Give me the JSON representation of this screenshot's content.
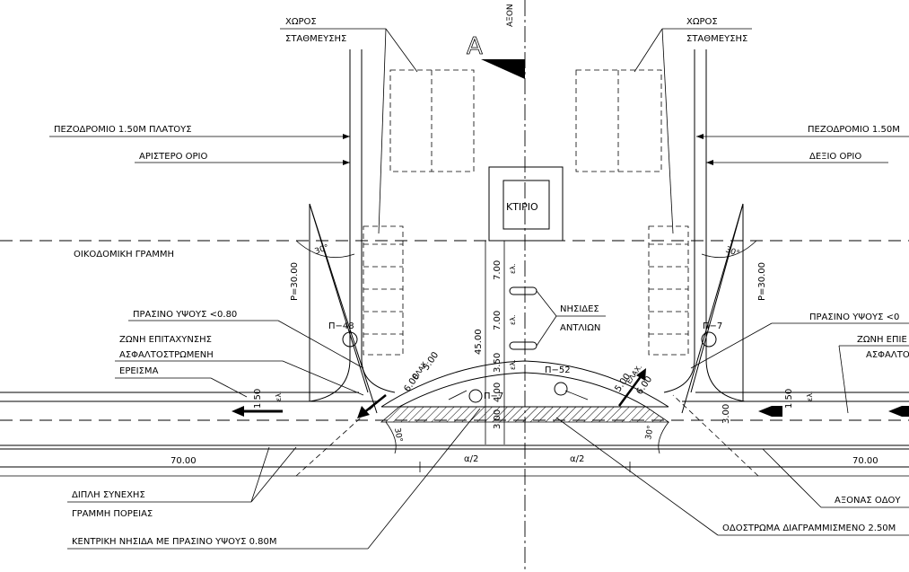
{
  "labels": {
    "axis_top": "ΑΞΟΝ",
    "section_mark": "A",
    "parking_left": [
      "ΧΩΡΟΣ",
      "ΣΤΑΘΜΕΥΣΗΣ"
    ],
    "parking_right": [
      "ΧΩΡΟΣ",
      "ΣΤΑΘΜΕΥΣΗΣ"
    ],
    "sidewalk_left": "ΠΕΖΟΔΡΟΜΙΟ 1.50Μ ΠΛΑΤΟΥΣ",
    "sidewalk_right": "ΠΕΖΟΔΡΟΜΙΟ 1.50Μ",
    "left_boundary": "ΑΡΙΣΤΕΡΟ ΟΡΙΟ",
    "right_boundary": "ΔΕΞΙΟ ΟΡΙΟ",
    "building": "ΚΤΙΡΙΟ",
    "building_line": "ΟΙΚΟΔΟΜΙΚΗ ΓΡΑΜΜΗ",
    "green_height_left": "ΠΡΑΣΙΝΟ ΥΨΟΥΣ <0.80",
    "green_height_right": "ΠΡΑΣΙΝΟ ΥΨΟΥΣ <0",
    "accel_zone_left": "ΖΩΝΗ ΕΠΙΤΑΧΥΝΣΗΣ",
    "accel_zone_right": "ΖΩΝΗ ΕΠΙΕ",
    "asphalt_left": "ΑΣΦΑΛΤΟΣΤΡΩΜΕΝΗ",
    "asphalt_right": "ΑΣΦΑΛΤΟ",
    "shoulder": "ΕΡΕΙΣΜΑ",
    "pump_islands": [
      "ΝΗΣΙΔΕΣ",
      "ΑΝΤΛΙΩΝ"
    ],
    "double_line": [
      "ΔΙΠΛΗ ΣΥΝΕΧΗΣ",
      "ΓΡΑΜΜΗ ΠΟΡΕΙΑΣ"
    ],
    "central_island": "ΚΕΝΤΡΙΚΗ ΝΗΣΙΔΑ ΜΕ ΠΡΑΣΙΝΟ ΥΨΟΥΣ 0.80Μ",
    "road_axis": "ΑΞΟΝΑΣ ΟΔΟΥ",
    "marked_pavement": "ΟΔΟΣΤΡΩΜΑ ΔΙΑΓΡΑΜΜΙΣΜΕΝΟ 2.50Μ"
  },
  "dims": {
    "radius_left": "P=30.00",
    "radius_right": "P=30.00",
    "angle_top_left": "30°",
    "angle_top_right": "30°",
    "angle_bottom_left": "30°",
    "angle_bottom_right": "30°",
    "d_700_a": "7.00",
    "d_700_b": "7.00",
    "d_350": "3.50",
    "d_400": "4.00",
    "d_300": "3.00",
    "d_4500": "45.00",
    "d_150_left": "1.50",
    "d_150_right": "1.50",
    "d_300_right": "3.00",
    "d_7000_left": "70.00",
    "d_7000_right": "70.00",
    "half_a_left": "α/2",
    "half_a_right": "α/2",
    "el": "ελ.",
    "min_label": "ΕΛΑΧ.",
    "d_500_left": "5.00",
    "d_600_left": "6.00",
    "d_500_right": "5.00",
    "d_600_right": "6.00"
  },
  "points": {
    "p48": "Π−48",
    "p7_right": "Π−7",
    "p7_center": "Π−7",
    "p52": "Π−52"
  }
}
